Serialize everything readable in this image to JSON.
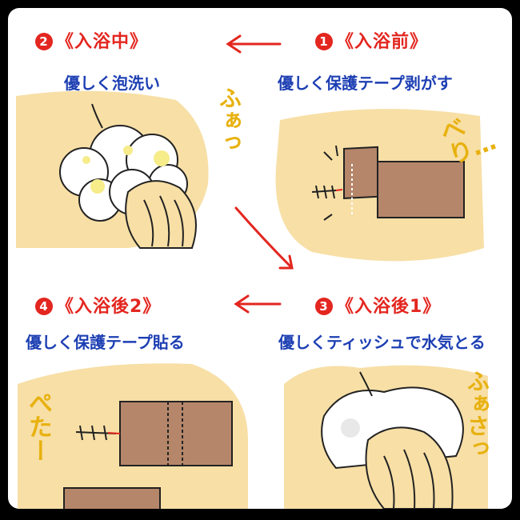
{
  "steps": [
    {
      "number": "1",
      "title": "《入浴前》",
      "caption": "優しく保護テープ剥がす",
      "sound": "べり…"
    },
    {
      "number": "2",
      "title": "《入浴中》",
      "caption": "優しく泡洗い",
      "sound": "ふぁっ"
    },
    {
      "number": "3",
      "title": "《入浴後1》",
      "caption": "優しくティッシュで水気とる",
      "sound": "ふぁさっ"
    },
    {
      "number": "4",
      "title": "《入浴後2》",
      "caption": "優しく保護テープ貼る",
      "sound": "ぺたー"
    }
  ],
  "colors": {
    "title": "#e3261f",
    "caption": "#1d3fb3",
    "skin": "#f7dfa6",
    "tape": "#b5866a",
    "onomatopoeia": "#e8b10f",
    "arrow": "#e3261f"
  }
}
